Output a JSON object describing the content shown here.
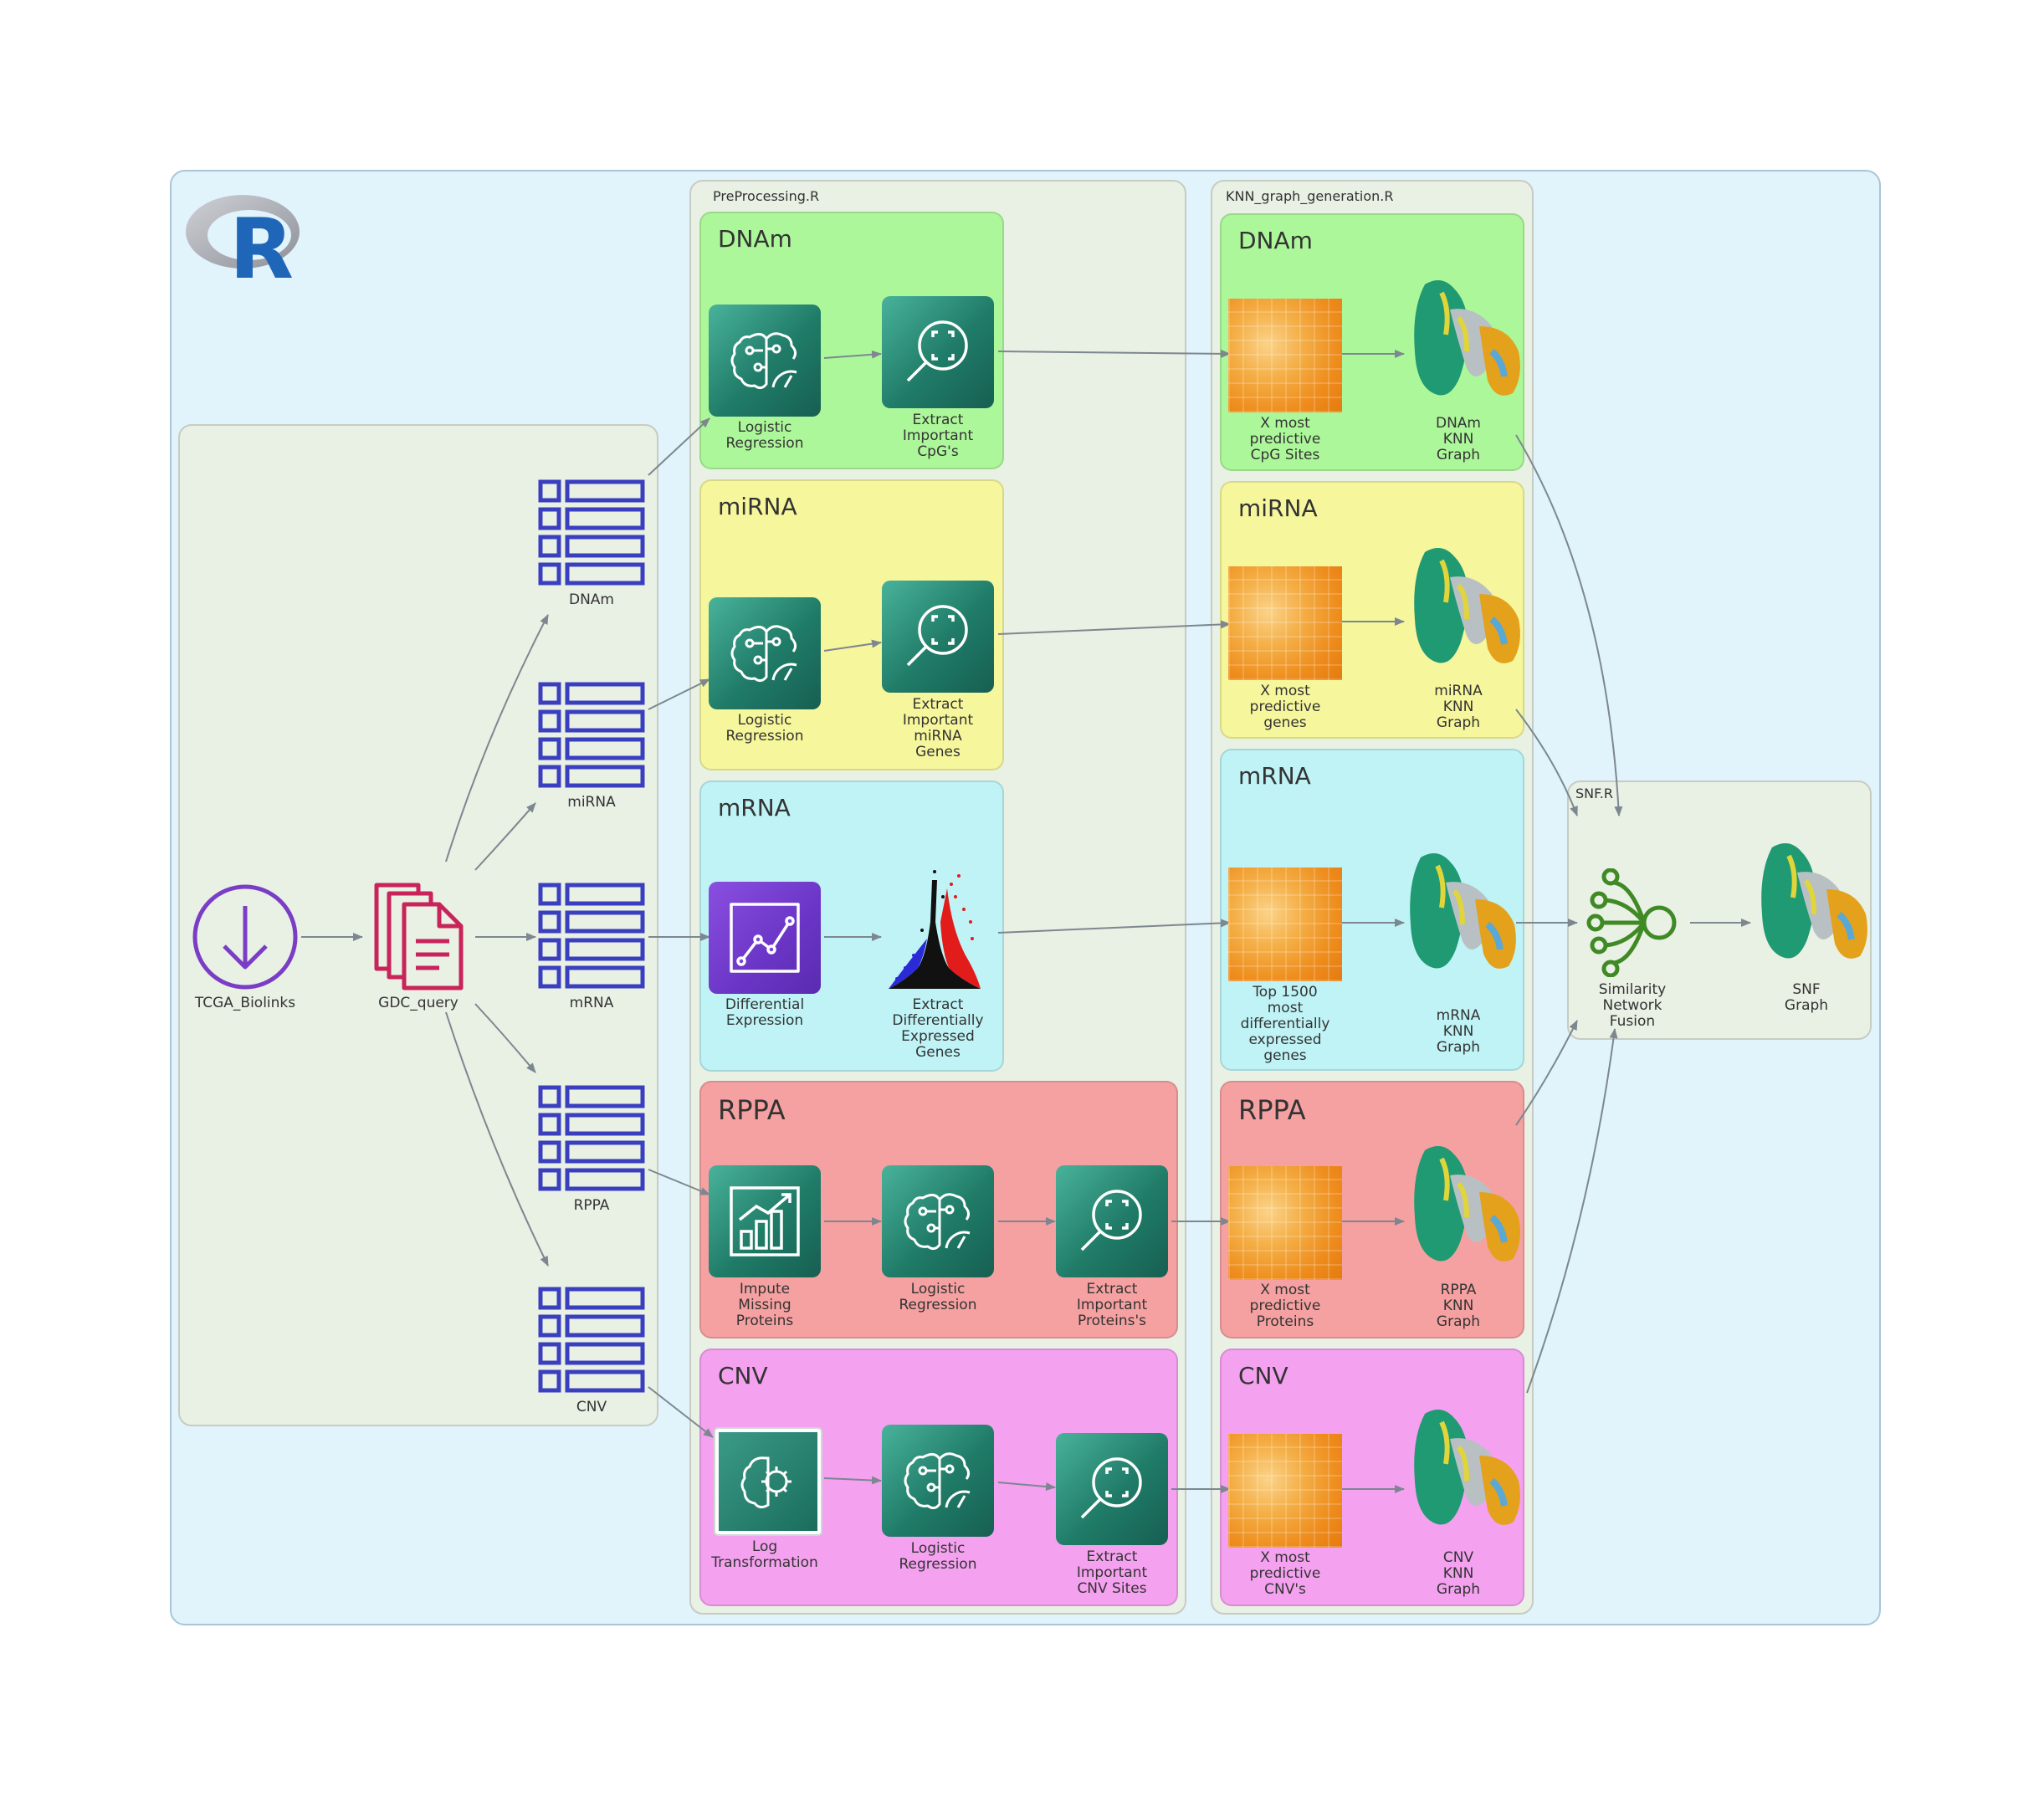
{
  "colors": {
    "outer_bg": "#e1f3fb",
    "group_bg": "#e9f0e4",
    "dnam": "#adf79b",
    "mirna": "#f6f69c",
    "mrna": "#bff3f6",
    "rppa": "#f5a1a1",
    "cnv": "#f4a1ef",
    "arrow": "#7d8790",
    "table_icon": "#3a3fc0",
    "download_icon": "#7a3ec6",
    "document_icon": "#c8235a",
    "snf_icon": "#3f8a25"
  },
  "groups": {
    "preprocessing": "PreProcessing.R",
    "knn": "KNN_graph_generation.R",
    "snf": "SNF.R"
  },
  "source": {
    "tcga": "TCGA_Biolinks",
    "gdc": "GDC_query",
    "tables": [
      "DNAm",
      "miRNA",
      "mRNA",
      "RPPA",
      "CNV"
    ]
  },
  "pre": {
    "dnam": {
      "title": "DNAm",
      "n1": "Logistic\nRegression",
      "n2": "Extract\nImportant\nCpG's"
    },
    "mirna": {
      "title": "miRNA",
      "n1": "Logistic\nRegression",
      "n2": "Extract\nImportant\nmiRNA\nGenes"
    },
    "mrna": {
      "title": "mRNA",
      "n1": "Differential\nExpression",
      "n2": "Extract\nDifferentially\nExpressed\nGenes"
    },
    "rppa": {
      "title": "RPPA",
      "n1": "Impute\nMissing\nProteins",
      "n2": "Logistic\nRegression",
      "n3": "Extract\nImportant\nProteins's"
    },
    "cnv": {
      "title": "CNV",
      "n1": "Log\nTransformation",
      "n2": "Logistic\nRegression",
      "n3": "Extract\nImportant\nCNV Sites"
    }
  },
  "knn": {
    "dnam": {
      "title": "DNAm",
      "h": "X  most\npredictive\nCpG Sites",
      "g": "DNAm\nKNN\nGraph"
    },
    "mirna": {
      "title": "miRNA",
      "h": "X  most\npredictive\ngenes",
      "g": "miRNA\nKNN\nGraph"
    },
    "mrna": {
      "title": "mRNA",
      "h": "Top 1500\nmost\ndifferentially\nexpressed\ngenes",
      "g": "mRNA\nKNN\nGraph"
    },
    "rppa": {
      "title": "RPPA",
      "h": "X  most\npredictive\nProteins",
      "g": "RPPA\nKNN\nGraph"
    },
    "cnv": {
      "title": "CNV",
      "h": "X  most\npredictive\nCNV's",
      "g": "CNV\nKNN\nGraph"
    }
  },
  "snf": {
    "fusion": "Similarity\nNetwork\nFusion",
    "graph": "SNF\nGraph"
  }
}
